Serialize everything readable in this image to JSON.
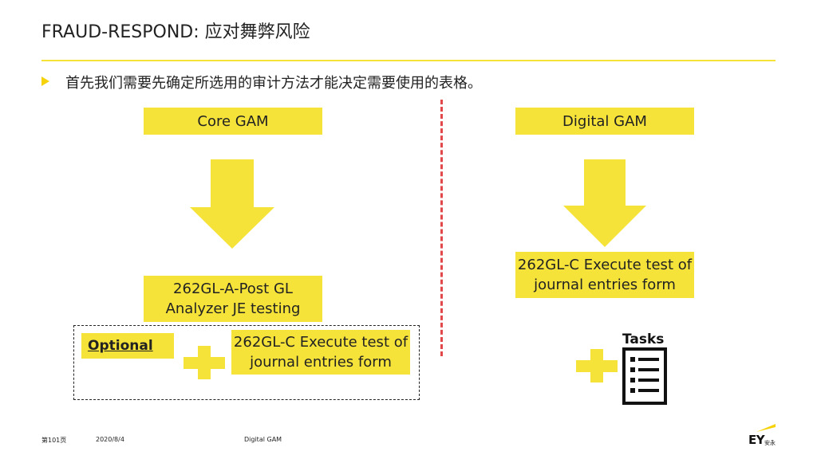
{
  "slide": {
    "title": "FRAUD-RESPOND: 应对舞弊风险",
    "bullet": "首先我们需要先确定所选用的审计方法才能决定需要使用的表格。"
  },
  "left_column": {
    "header": "Core GAM",
    "form_line1": "262GL-A-Post GL",
    "form_line2": "Analyzer JE testing",
    "optional_label": "Optional",
    "optional_form_line1": "262GL-C Execute test of",
    "optional_form_line2": "journal entries form"
  },
  "right_column": {
    "header": "Digital GAM",
    "form_line1": "262GL-C Execute test of",
    "form_line2": "journal entries form",
    "tasks_label": "Tasks",
    "tasks_icon": "checklist-icon"
  },
  "footer": {
    "page": "第101页",
    "date": "2020/8/4",
    "doc": "Digital GAM",
    "logo": "EY",
    "logo_sub": "安永"
  },
  "colors": {
    "accent_yellow": "#f5e33a",
    "divider_red": "#e2484a",
    "text": "#222222"
  }
}
